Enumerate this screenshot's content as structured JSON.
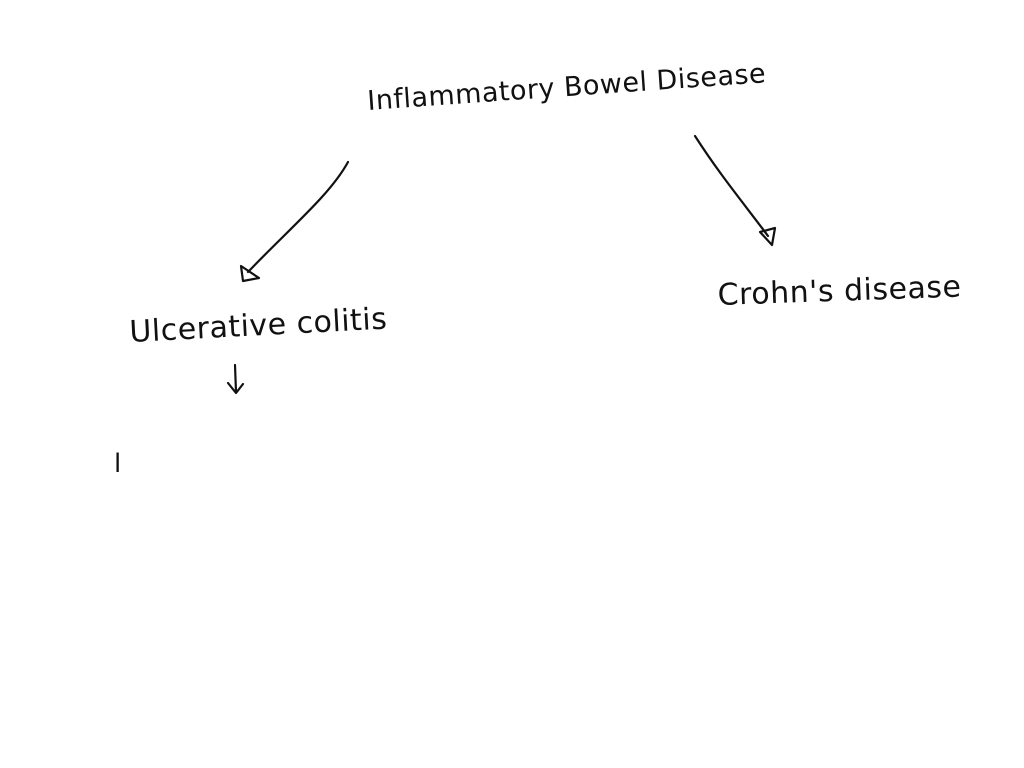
{
  "diagram": {
    "root": {
      "label": "Inflammatory Bowel Disease"
    },
    "children": [
      {
        "label": "Ulcerative colitis"
      },
      {
        "label": "Crohn's disease"
      }
    ],
    "partial_mark": "l",
    "colors": {
      "ink": "#111111",
      "background": "#ffffff"
    }
  }
}
